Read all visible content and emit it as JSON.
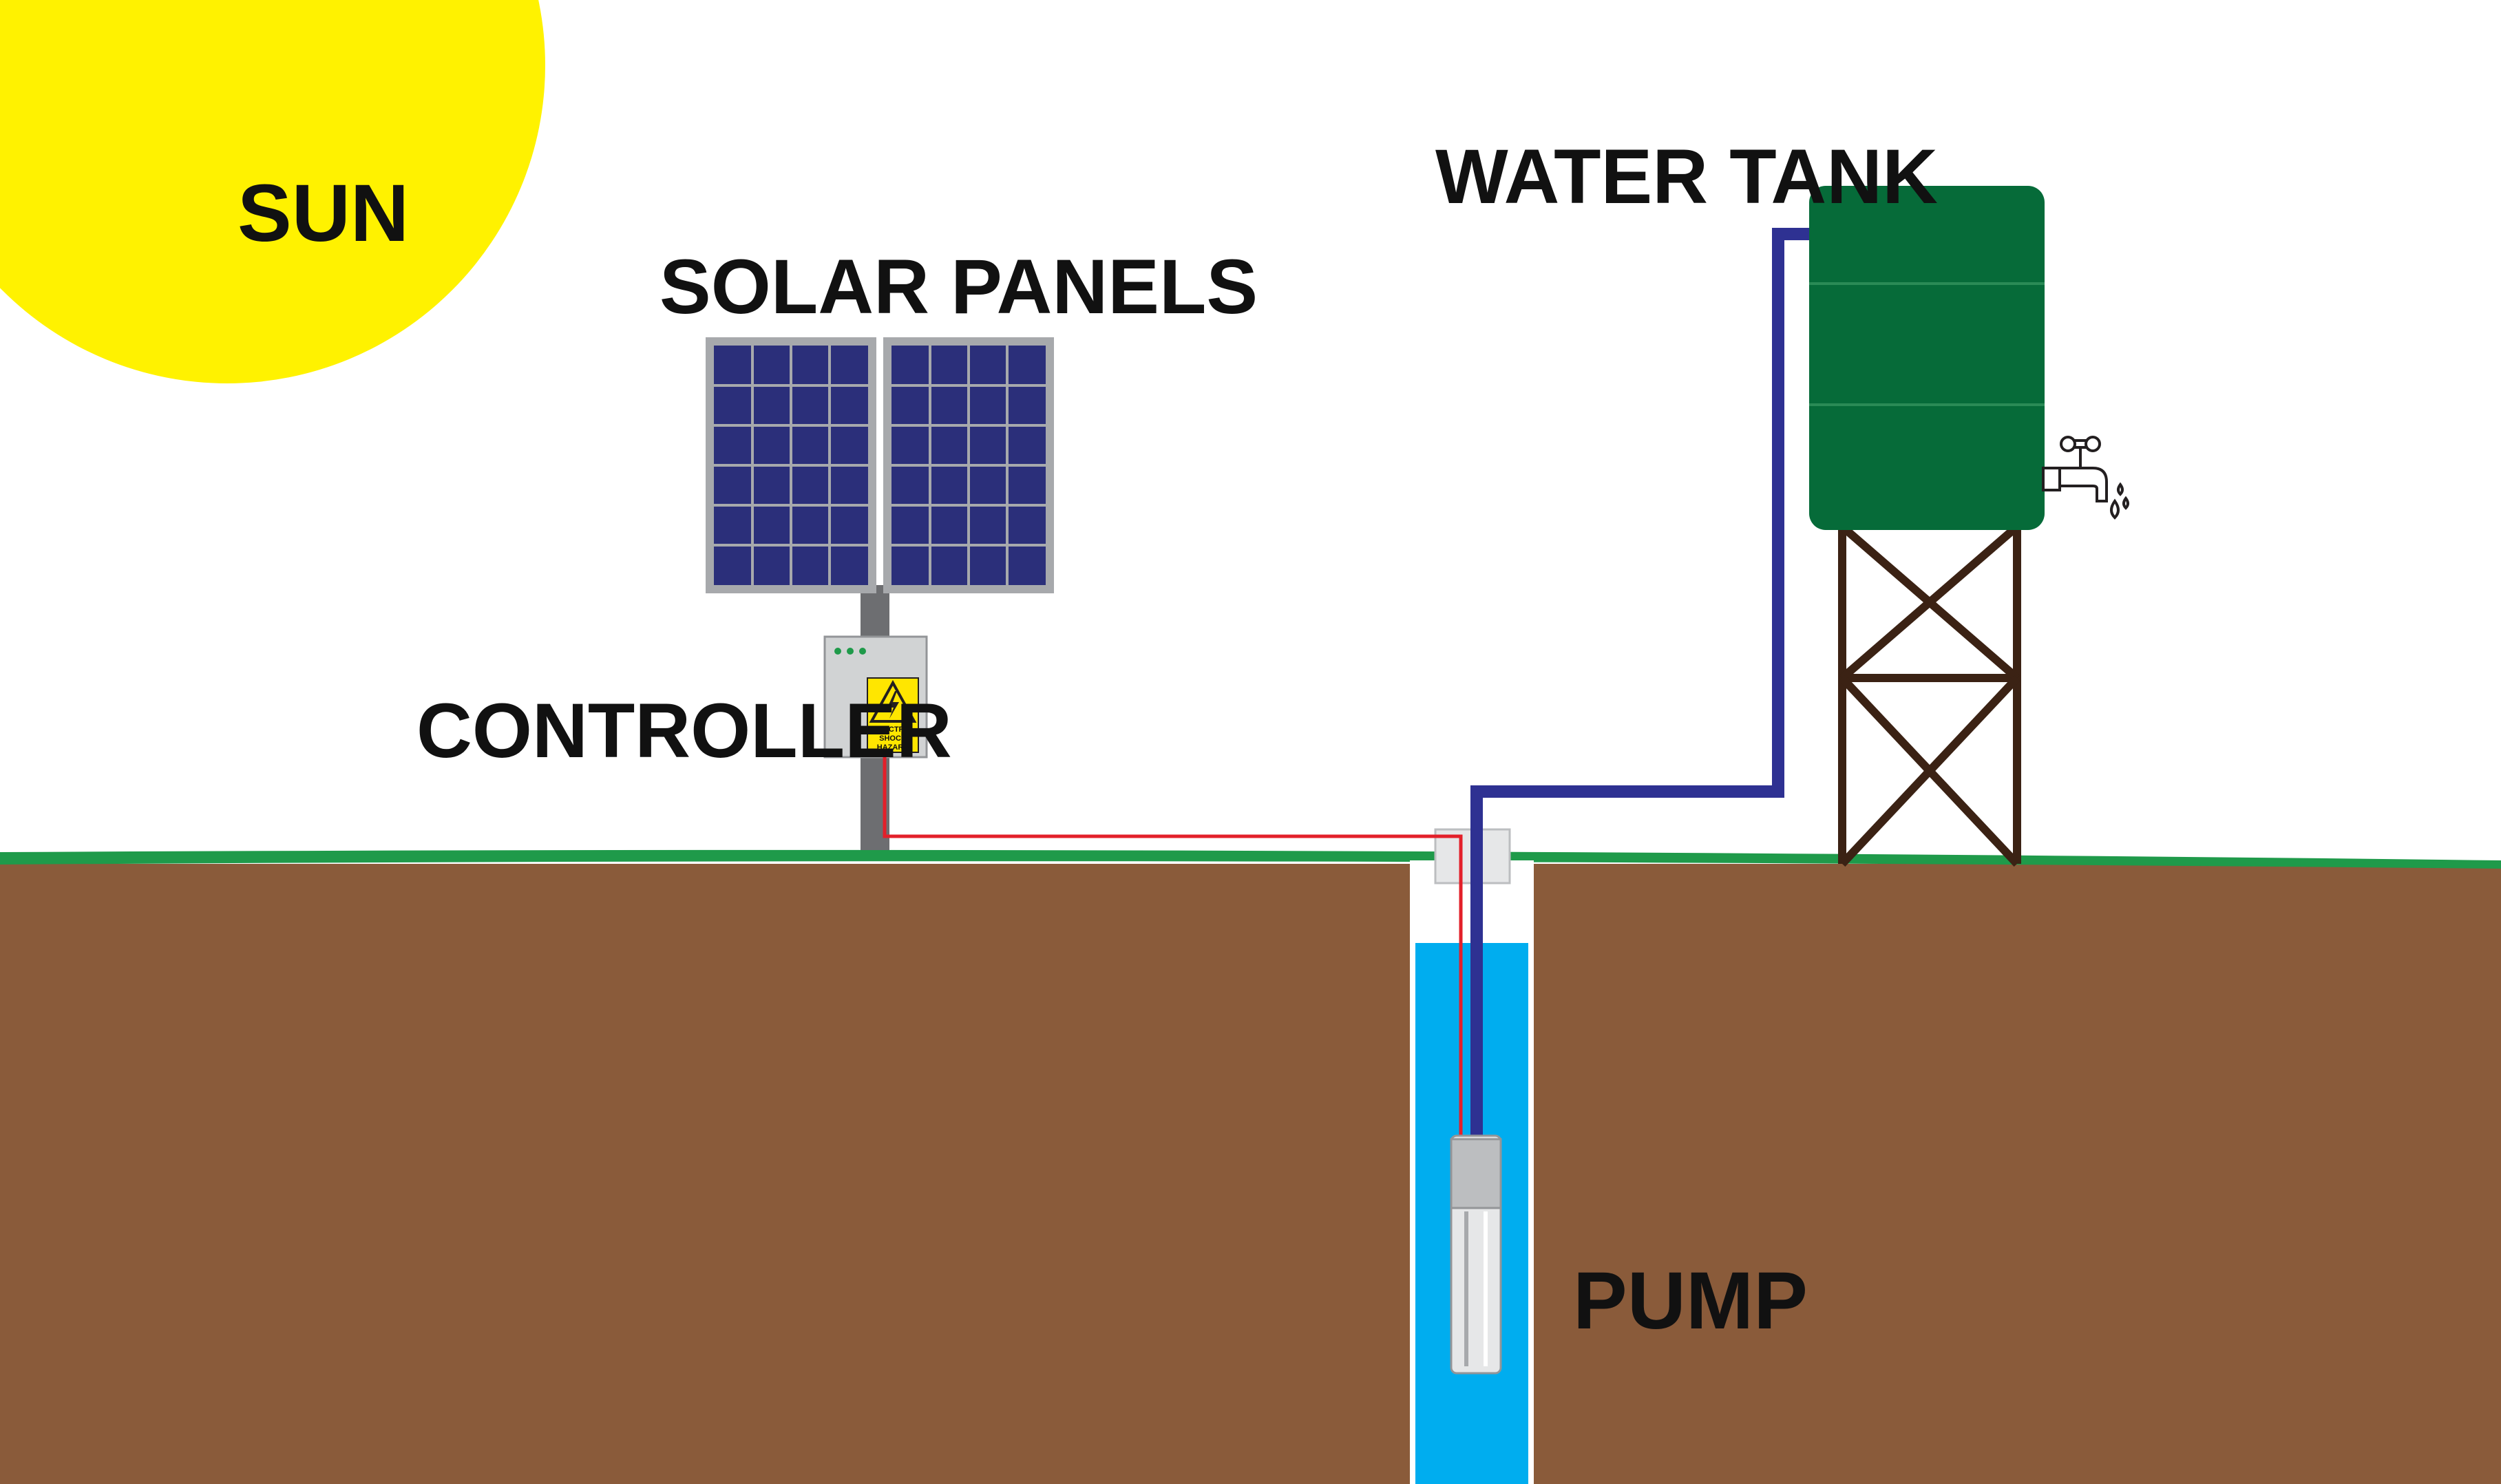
{
  "labels": {
    "sun": "SUN",
    "solar_panels": "SOLAR PANELS",
    "controller": "CONTROLLER",
    "water_tank": "WATER TANK",
    "pump": "PUMP"
  },
  "warning_sign": {
    "line1": "ELECTRIC",
    "line2": "SHOCK",
    "line3": "HAZARD"
  },
  "colors": {
    "sun": "#fff200",
    "sky": "#ffffff",
    "grass": "#1f9a4a",
    "soil": "#8a5b3a",
    "well_water": "#00adef",
    "panel_cells": "#2b2f7a",
    "panel_frame": "#a7a9ac",
    "pipe": "#2e3192",
    "cable": "#e3202a",
    "tank": "#066b39",
    "tower": "#3b2214",
    "controller_box": "#d1d3d4",
    "warning_yellow": "#ffe600"
  }
}
